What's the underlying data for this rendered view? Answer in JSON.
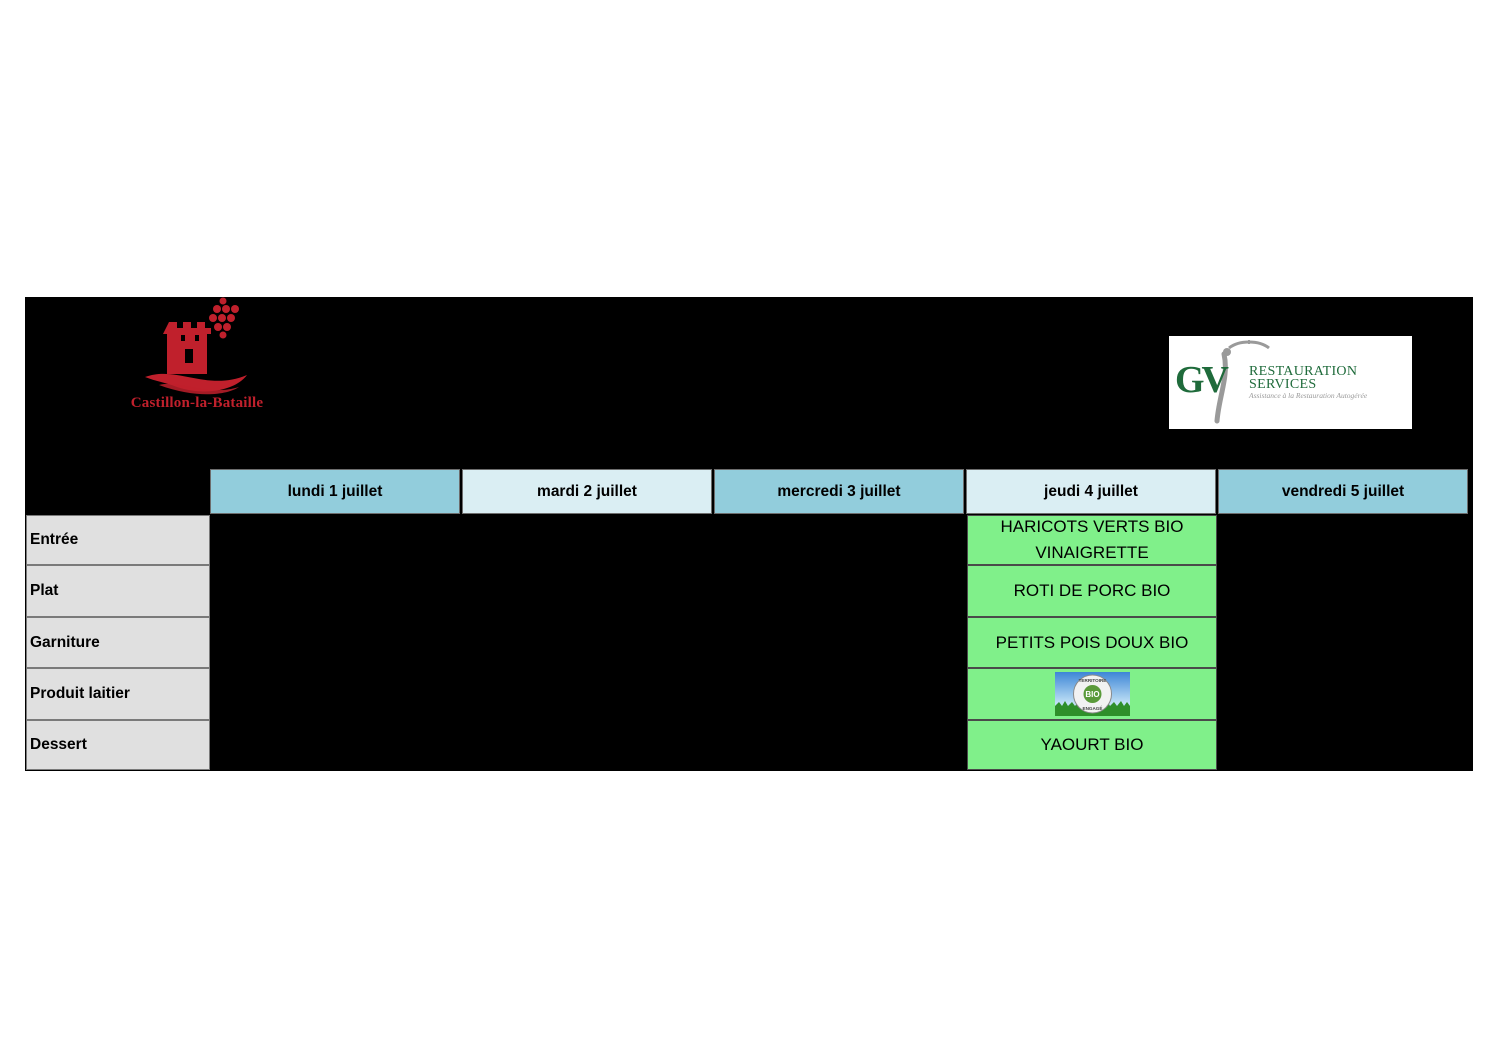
{
  "logos": {
    "left": {
      "name": "Castillon-la-Bataille",
      "color": "#c0202c"
    },
    "right": {
      "brand": "GV",
      "line1": "RESTAURATION",
      "line2": "SERVICES",
      "tagline": "Assistance à la Restauration Autogérée",
      "color": "#1f6b3b"
    }
  },
  "days": [
    "lundi 1 juillet",
    "mardi 2 juillet",
    "mercredi 3 juillet",
    "jeudi 4 juillet",
    "vendredi 5 juillet"
  ],
  "rows": [
    "Entrée",
    "Plat",
    "Garniture",
    "Produit laitier",
    "Dessert"
  ],
  "jeudi": {
    "entree": "HARICOTS VERTS BIO VINAIGRETTE",
    "plat": "ROTI DE PORC BIO",
    "garniture": "PETITS POIS DOUX BIO",
    "produit_laitier_badge": {
      "icon": "bio-territoire-engage-badge",
      "text_top": "TERRITOIRE",
      "text_center": "BIO",
      "text_bottom": "ENGAGÉ"
    },
    "dessert": "YAOURT BIO"
  },
  "colors": {
    "header_dark": "#92cddc",
    "header_light": "#daeef3",
    "label_bg": "#e0e0e0",
    "menu_cell": "#80f08a",
    "background": "#000000"
  }
}
